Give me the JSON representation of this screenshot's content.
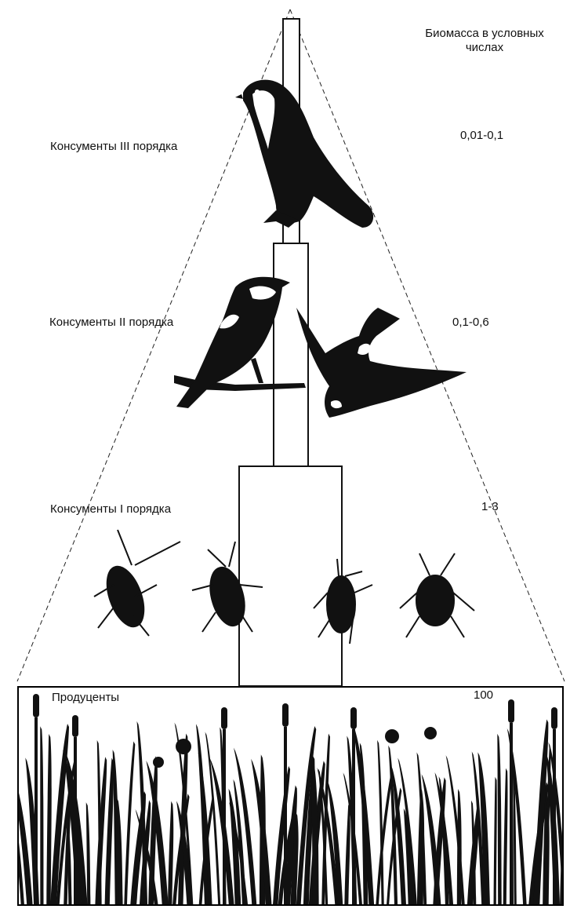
{
  "header": {
    "biomass_title": "Биомасса в условных числах"
  },
  "levels": [
    {
      "name": "Консументы III порядка",
      "biomass": "0,01-0,1",
      "icon": "falcon-icon"
    },
    {
      "name": "Консументы II порядка",
      "biomass": "0,1-0,6",
      "icon": "songbird-icon"
    },
    {
      "name": "Консументы I порядка",
      "biomass": "1-3",
      "icon": "beetle-icon"
    },
    {
      "name": "Продуценты",
      "biomass": "100",
      "icon": "grass-icon"
    }
  ],
  "colors": {
    "ink": "#111111",
    "background": "#ffffff"
  }
}
